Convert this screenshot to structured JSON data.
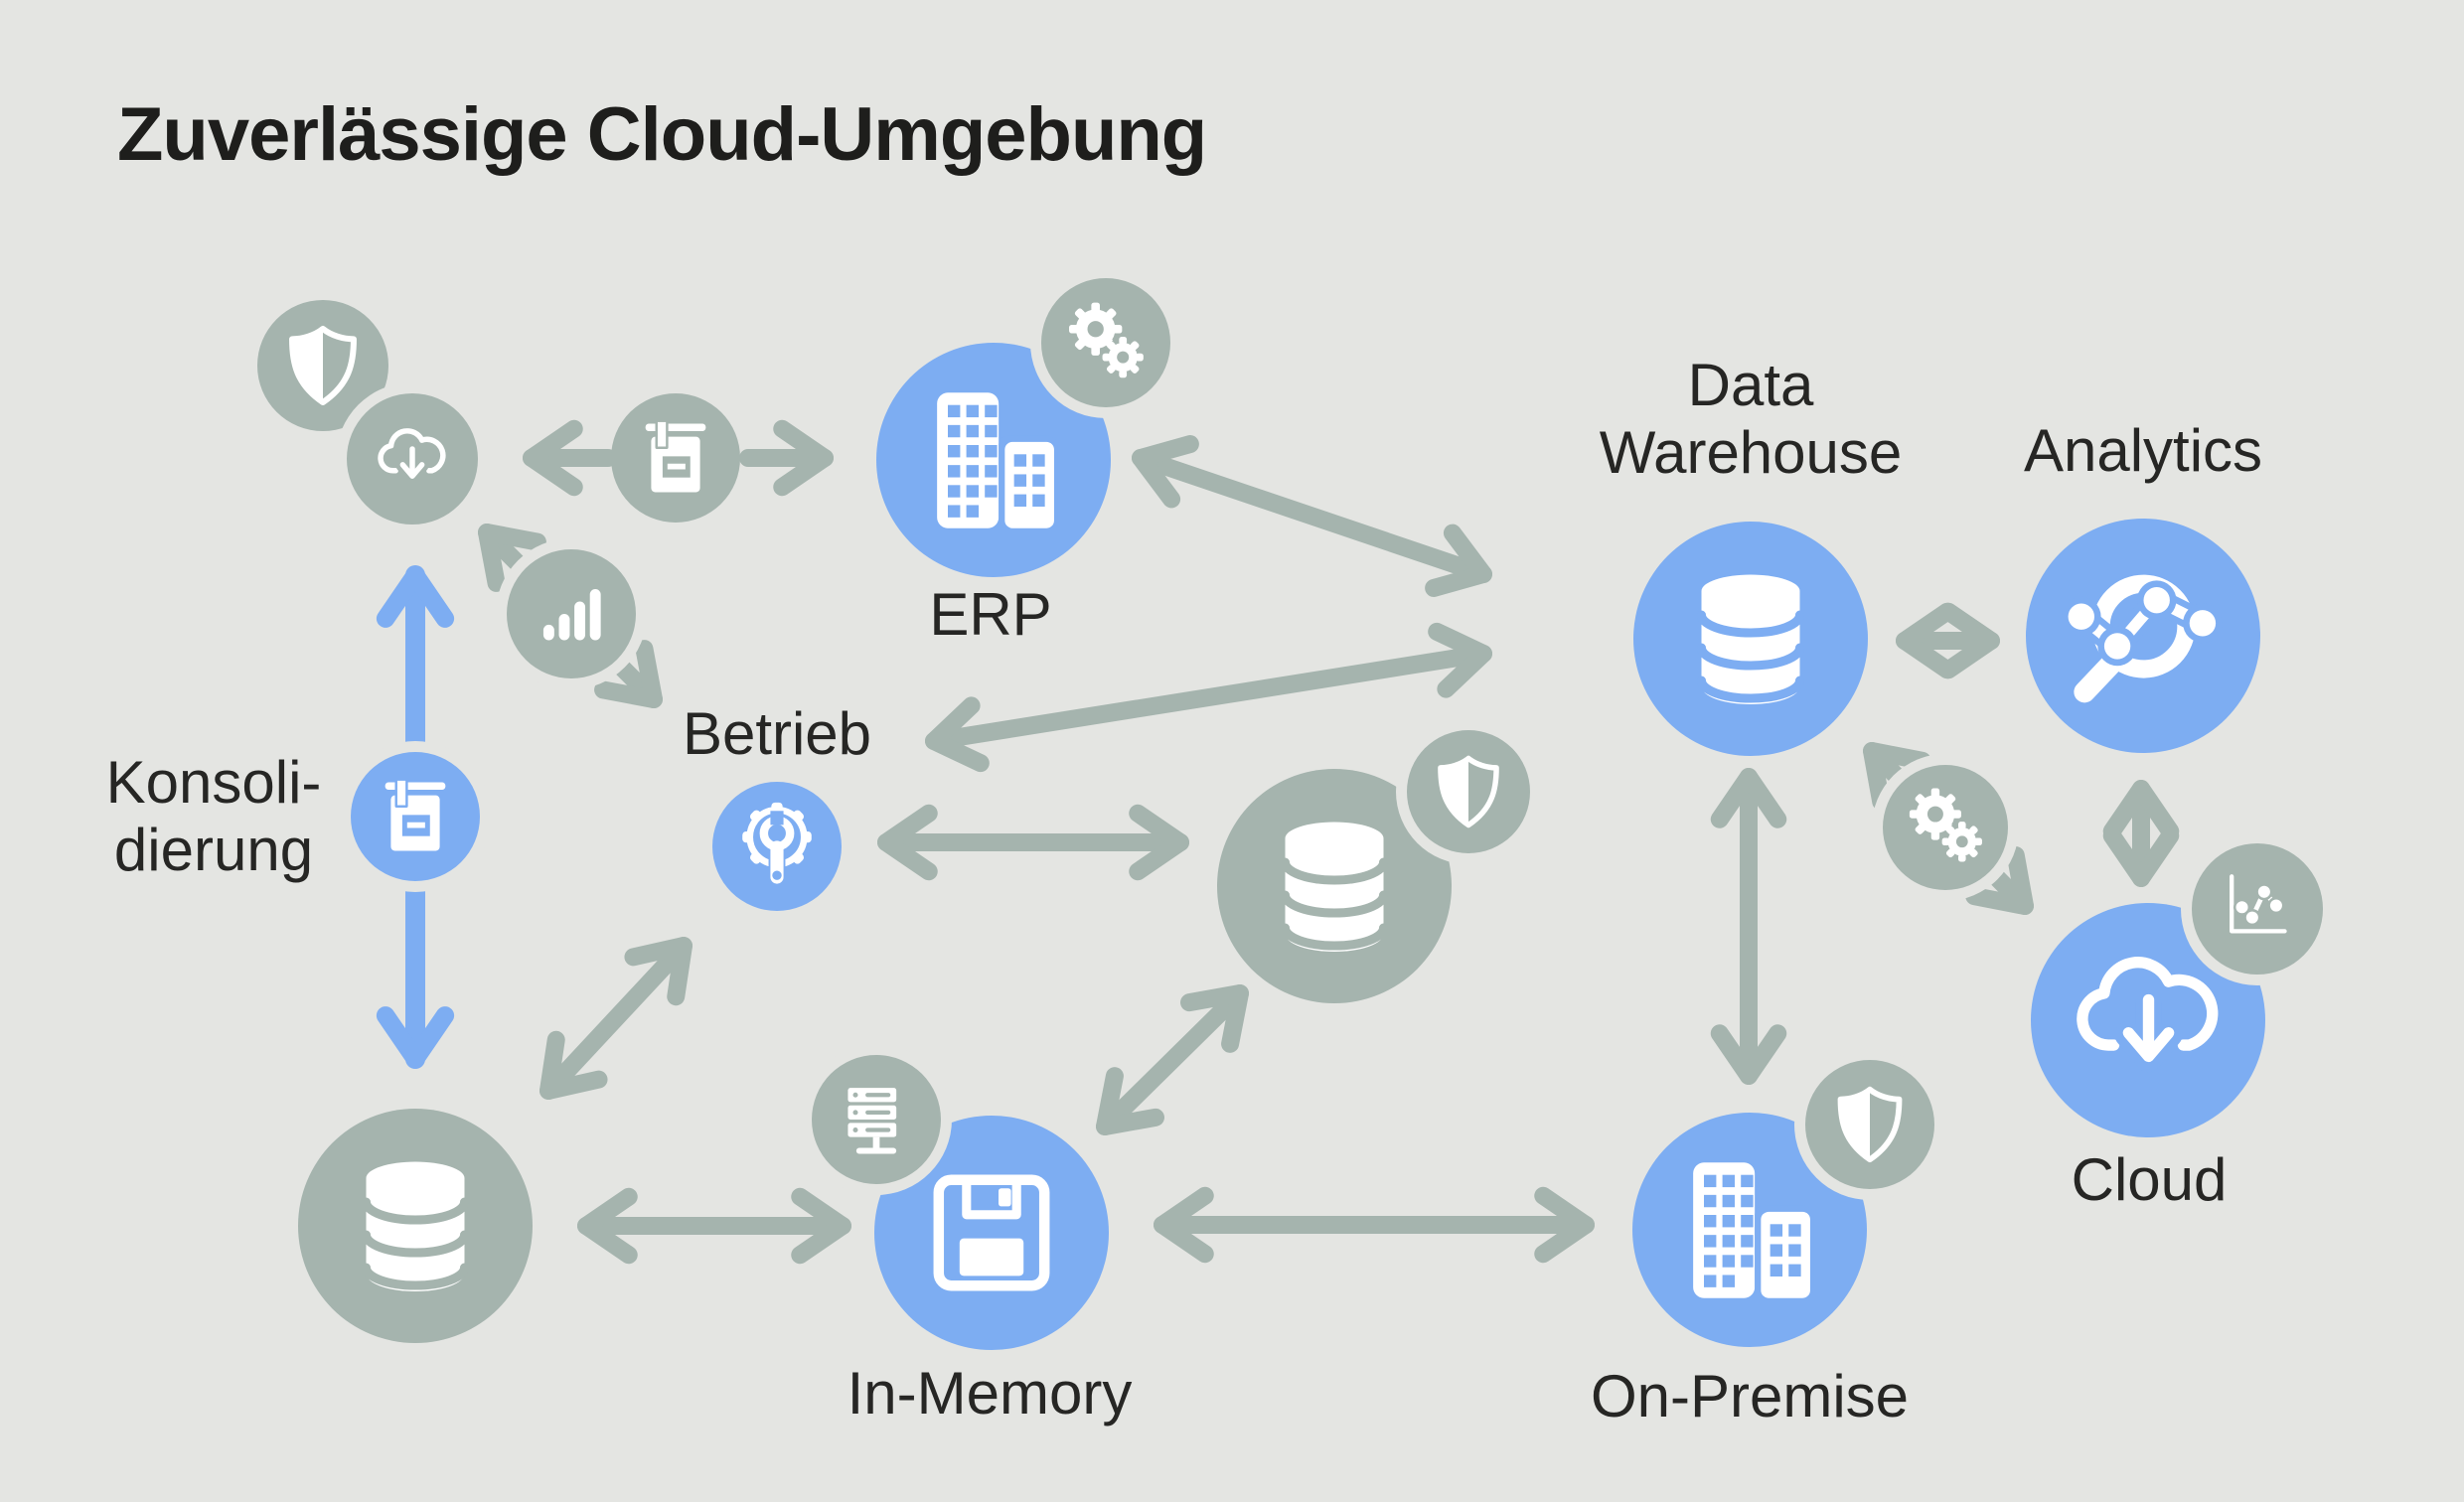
{
  "title": "Zuverlässige Cloud-Umgebung",
  "colors": {
    "background": "#e4e5e2",
    "node_blue": "#7dadf2",
    "node_gray": "#a5b4ae",
    "text": "#1e1e1c"
  },
  "nodes": {
    "erp": {
      "label": "ERP",
      "icon": "buildings-icon"
    },
    "data_warehouse": {
      "label_line1": "Data",
      "label_line2": "Warehouse",
      "icon": "database-icon"
    },
    "analytics": {
      "label": "Analytics",
      "icon": "search-insight-icon"
    },
    "cloud": {
      "label": "Cloud",
      "icon": "cloud-download-icon"
    },
    "on_premise": {
      "label": "On-Premise",
      "icon": "buildings-icon"
    },
    "in_memory": {
      "label": "In-Memory",
      "icon": "floppy-disk-icon"
    },
    "konsolidierung": {
      "label_line1": "Konsoli-",
      "label_line2": "dierung",
      "icon": "book-icon"
    },
    "betrieb": {
      "label": "Betrieb",
      "icon": "gear-wrench-icon"
    },
    "central_database": {
      "icon": "database-icon"
    },
    "source_database": {
      "icon": "database-icon"
    }
  },
  "badges": {
    "top_left_shield": {
      "icon": "shield-icon"
    },
    "top_left_cloud": {
      "icon": "cloud-download-icon"
    },
    "document_book": {
      "icon": "book-icon"
    },
    "bar_chart": {
      "icon": "bar-chart-icon"
    },
    "erp_gears": {
      "icon": "gears-icon"
    },
    "dw_cloud_gears": {
      "icon": "gears-icon"
    },
    "central_db_shield": {
      "icon": "shield-icon"
    },
    "on_premise_shield": {
      "icon": "shield-icon"
    },
    "in_memory_server": {
      "icon": "server-rack-icon"
    },
    "cloud_line_chart": {
      "icon": "line-chart-icon"
    }
  }
}
